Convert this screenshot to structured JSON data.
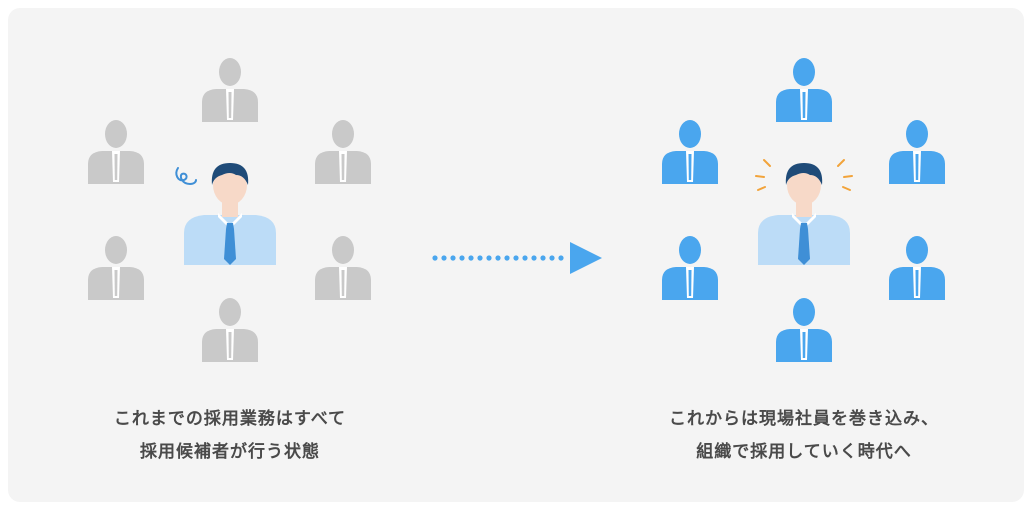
{
  "colors": {
    "background": "#f4f4f4",
    "gray_person": "#c9c9c9",
    "blue_person": "#4aa6ee",
    "arrow": "#4aa6ee",
    "hair": "#1f4b78",
    "skin": "#f7d9c8",
    "shirt": "#bcdcf7",
    "tie": "#3f8fd6",
    "accent_lines": "#f2a33a",
    "text": "#4a4a4a"
  },
  "left_scene": {
    "description_icons": [
      "gray-person-icon",
      "candidate-person-icon",
      "confused-swirl-icon"
    ],
    "caption_lines": [
      "これまでの採用業務はすべて",
      "採用候補者が行う状態"
    ]
  },
  "right_scene": {
    "description_icons": [
      "blue-person-icon",
      "candidate-person-icon",
      "emphasis-lines-icon"
    ],
    "caption_lines": [
      "これからは現場社員を巻き込み、",
      "組織で採用していく時代へ"
    ]
  },
  "arrow": {
    "icon": "dotted-right-arrow-icon"
  }
}
